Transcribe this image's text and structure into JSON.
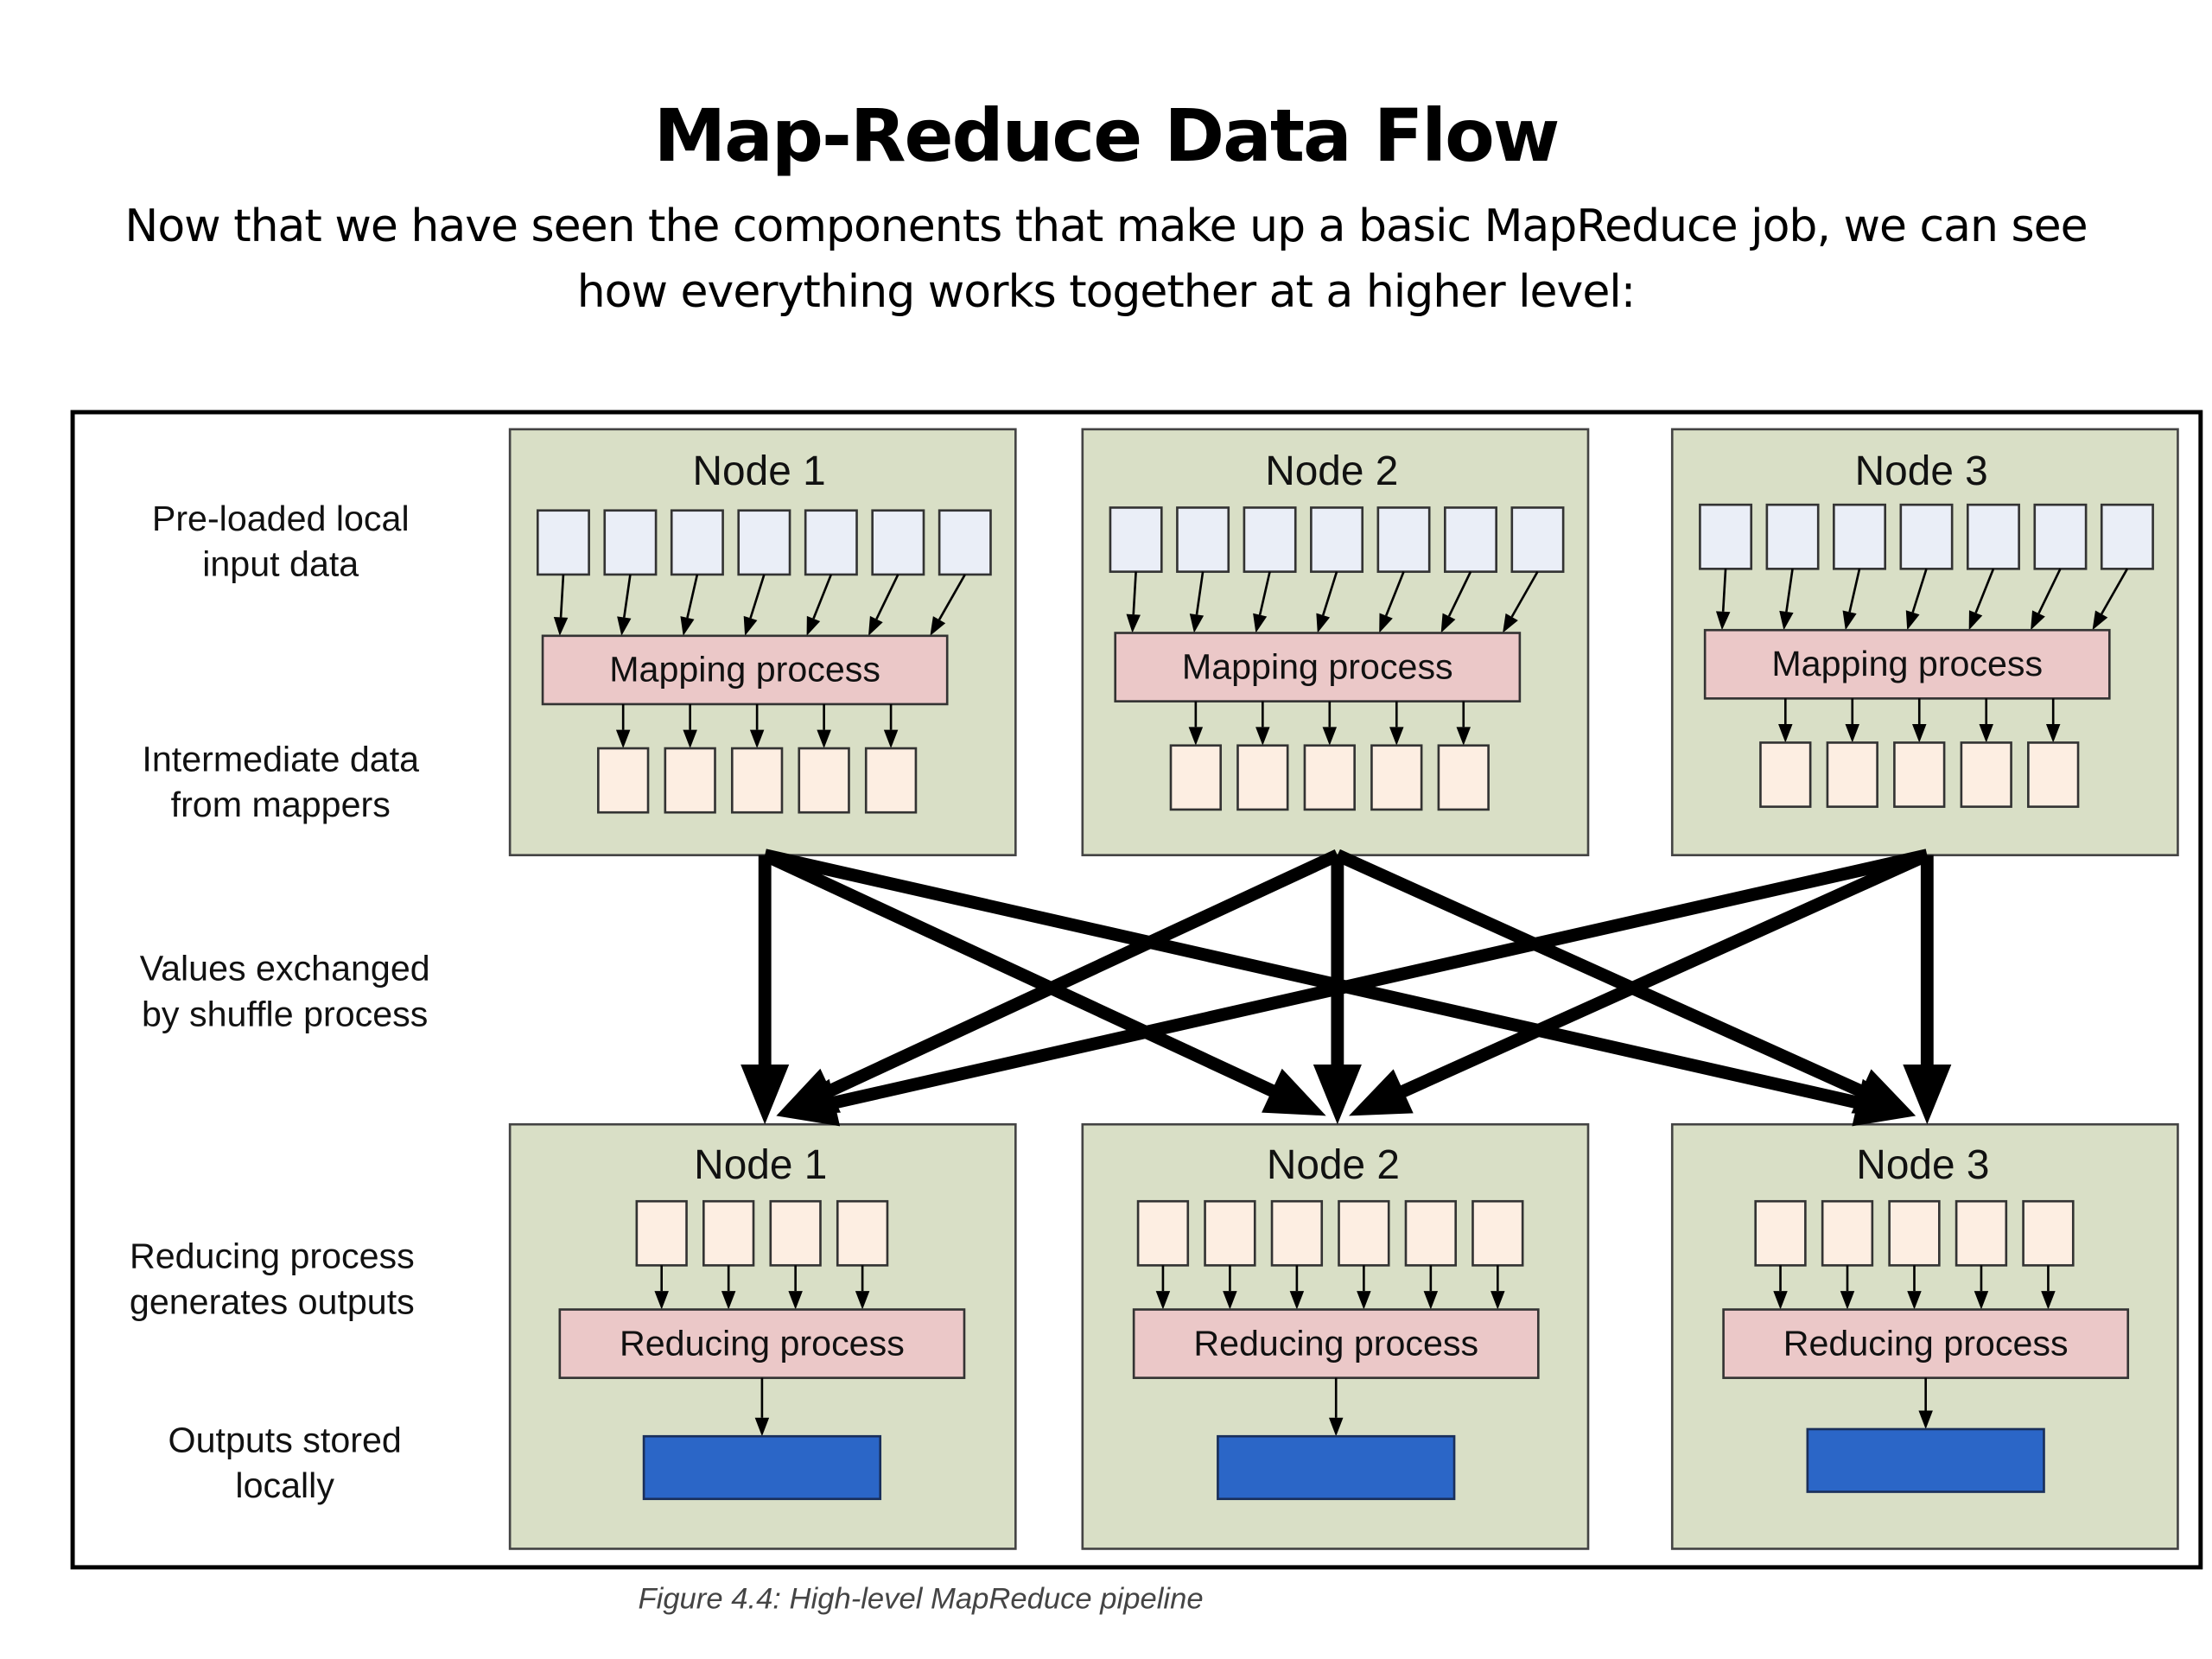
{
  "slide": {
    "title": "Map-Reduce Data Flow",
    "subtitle": "Now that we have seen the components that make up a basic MapReduce job, we can see how everything works together at a higher level:"
  },
  "figure": {
    "caption": "Figure 4.4: High-level MapReduce pipeline",
    "stage_labels": [
      {
        "line1": "Pre-loaded local",
        "line2": "input data"
      },
      {
        "line1": "Intermediate data",
        "line2": "from mappers"
      },
      {
        "line1": "Values exchanged",
        "line2": "by shuffle process"
      },
      {
        "line1": "Reducing process",
        "line2": "generates outputs"
      },
      {
        "line1": "Outputs stored",
        "line2": "locally"
      }
    ],
    "map_nodes": [
      {
        "name": "Node 1",
        "process": "Mapping process",
        "input_blocks": 7,
        "intermediate_blocks": 5
      },
      {
        "name": "Node 2",
        "process": "Mapping process",
        "input_blocks": 7,
        "intermediate_blocks": 5
      },
      {
        "name": "Node 3",
        "process": "Mapping process",
        "input_blocks": 7,
        "intermediate_blocks": 5
      }
    ],
    "reduce_nodes": [
      {
        "name": "Node 1",
        "process": "Reducing process",
        "input_blocks": 4,
        "outputs": 1
      },
      {
        "name": "Node 2",
        "process": "Reducing process",
        "input_blocks": 6,
        "outputs": 1
      },
      {
        "name": "Node 3",
        "process": "Reducing process",
        "input_blocks": 5,
        "outputs": 1
      }
    ],
    "shuffle_edges": [
      [
        0,
        0
      ],
      [
        0,
        1
      ],
      [
        0,
        2
      ],
      [
        1,
        0
      ],
      [
        1,
        1
      ],
      [
        1,
        2
      ],
      [
        2,
        0
      ],
      [
        2,
        1
      ],
      [
        2,
        2
      ]
    ],
    "colors": {
      "node_fill": "#d9dfc6",
      "input_block": "#eaeef7",
      "intermediate_block": "#fdeee2",
      "process_box": "#ebc8c8",
      "output_block": "#2b66c7"
    }
  }
}
